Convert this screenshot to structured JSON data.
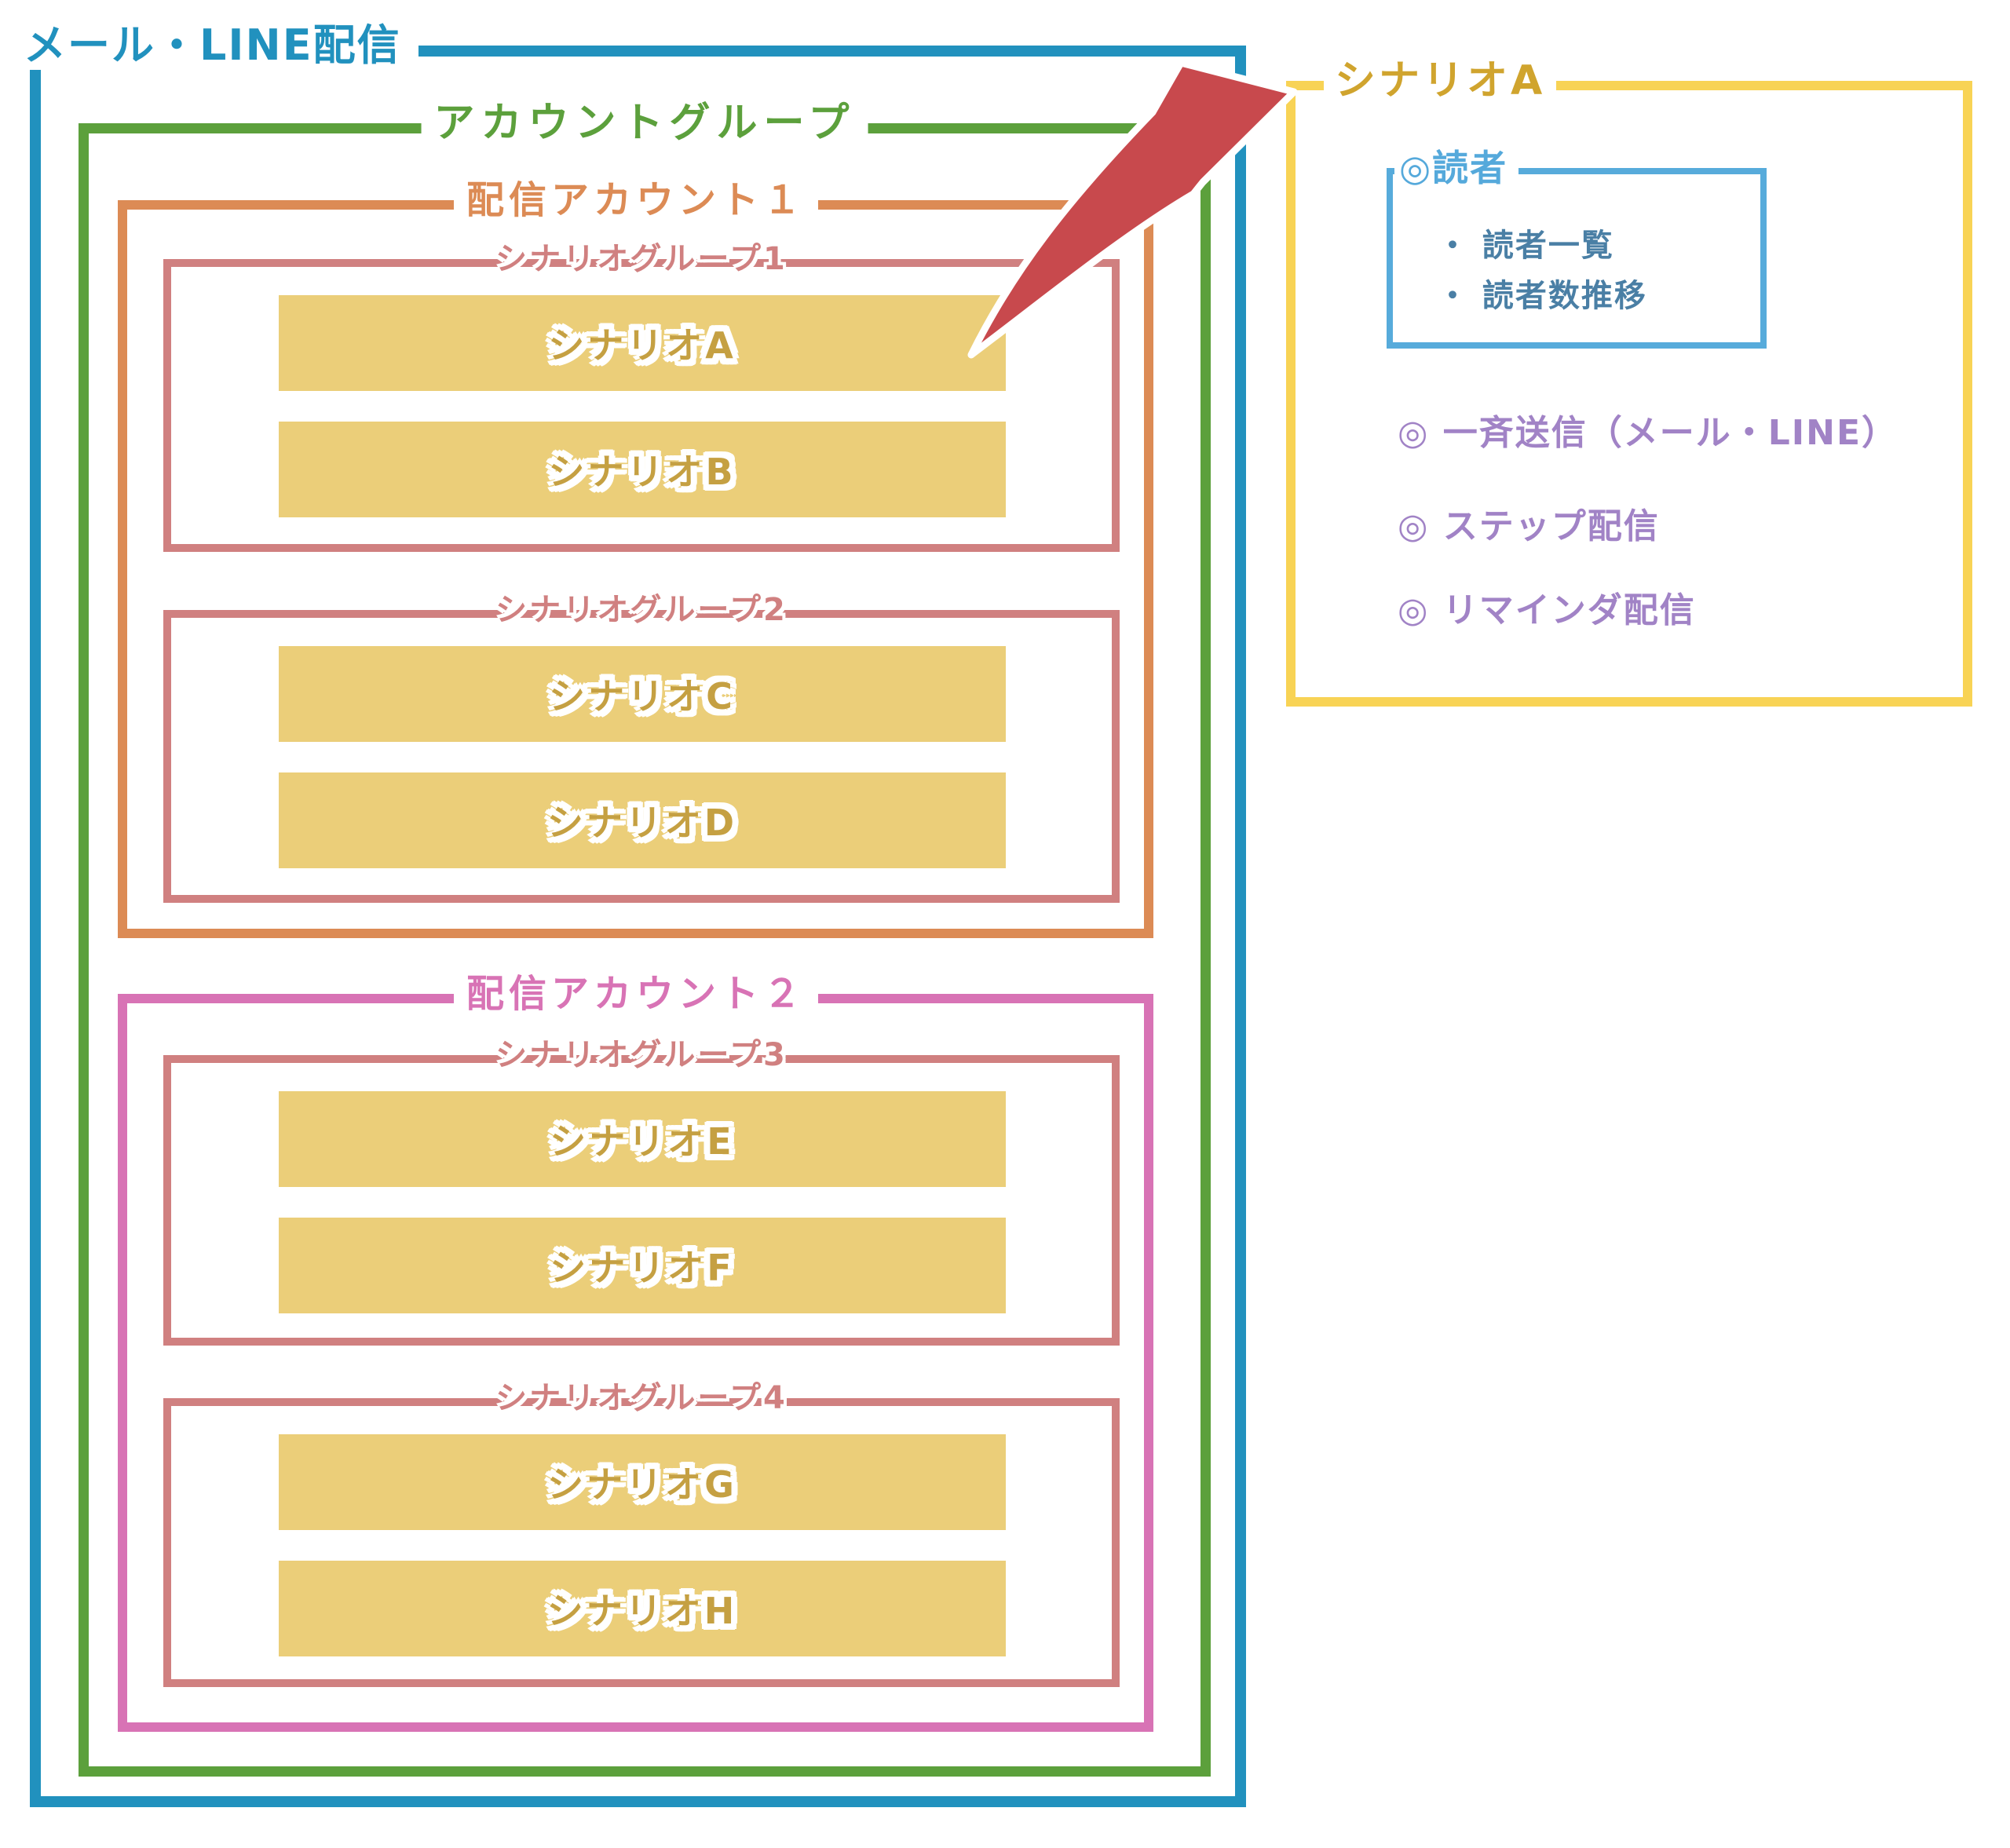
{
  "hierarchy": {
    "system": {
      "title": "メール・LINE配信",
      "color": "#2191BE"
    },
    "account_group": {
      "title": "アカウントグループ",
      "color": "#5CA03C"
    },
    "accounts": [
      {
        "title": "配信アカウント１",
        "color": "#DC8B55"
      },
      {
        "title": "配信アカウント２",
        "color": "#D873B5"
      }
    ],
    "scenario_groups": [
      {
        "title": "シナリオグループ1",
        "scenarios": [
          "シナリオA",
          "シナリオB"
        ]
      },
      {
        "title": "シナリオグループ2",
        "scenarios": [
          "シナリオC",
          "シナリオD"
        ]
      },
      {
        "title": "シナリオグループ3",
        "scenarios": [
          "シナリオE",
          "シナリオF"
        ]
      },
      {
        "title": "シナリオグループ4",
        "scenarios": [
          "シナリオG",
          "シナリオH"
        ]
      }
    ],
    "scenario_group_color": "#D08080",
    "scenario_bar": {
      "fill": "#EBCE79",
      "text_color": "#C5A042"
    }
  },
  "detail_panel": {
    "title": "シナリオA",
    "border_color": "#F8D355",
    "title_color": "#D0A42E",
    "readers": {
      "title": "◎読者",
      "border_color": "#57ABDB",
      "title_color": "#55A9DB",
      "item_color": "#4A7FA5",
      "items": [
        "・ 読者一覧",
        "・ 読者数推移"
      ]
    },
    "functions": {
      "color": "#A183C6",
      "items": [
        "◎ 一斉送信（メール・LINE）",
        "◎ ステップ配信",
        "◎ リマインダ配信"
      ]
    }
  },
  "arrow": {
    "from": "シナリオA",
    "to": "シナリオA detail panel",
    "color": "#C8494D"
  }
}
